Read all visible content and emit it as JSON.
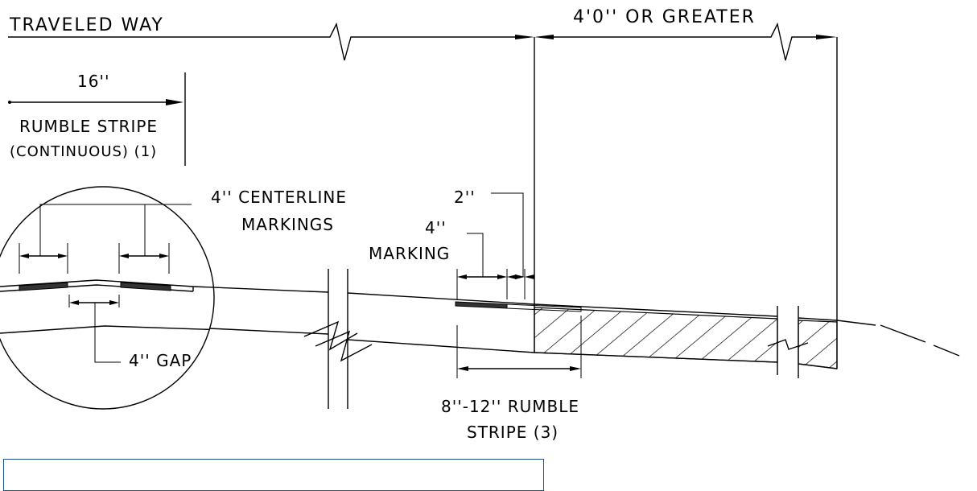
{
  "labels": {
    "traveled_way": "TRAVELED WAY",
    "shoulder_width": "4'0'' OR GREATER",
    "stripe_width_16": "16''",
    "rumble_stripe_1": "RUMBLE STRIPE",
    "rumble_stripe_1b": "(CONTINUOUS) (1)",
    "centerline_1": "4'' CENTERLINE",
    "centerline_2": "MARKINGS",
    "offset_2": "2''",
    "marking_4": "4''",
    "marking_word": "MARKING",
    "gap": "4'' GAP",
    "rumble_3a": "8''-12'' RUMBLE",
    "rumble_3b": "STRIPE (3)"
  },
  "colors": {
    "line": "#000000",
    "caption_border": "#1f4e8c"
  }
}
